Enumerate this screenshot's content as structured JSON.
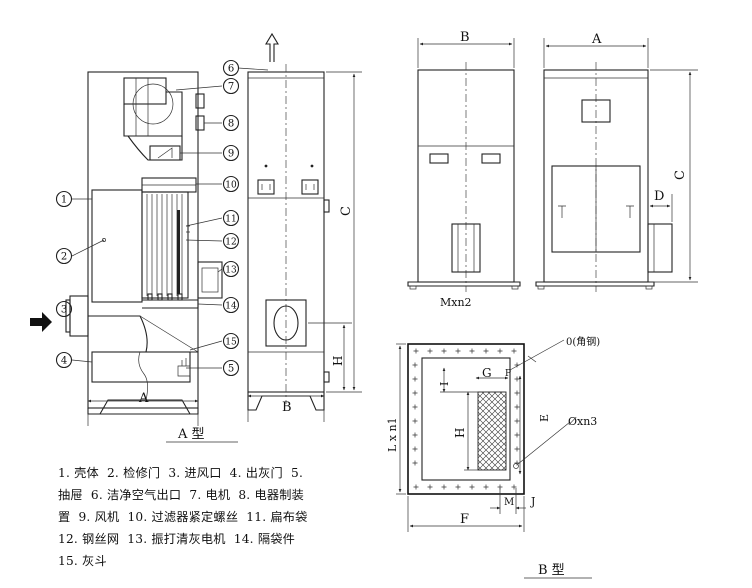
{
  "callouts": [
    "1",
    "2",
    "3",
    "4",
    "5",
    "6",
    "7",
    "8",
    "9",
    "10",
    "11",
    "12",
    "13",
    "14",
    "15"
  ],
  "dims": {
    "A": "A",
    "B": "B",
    "C": "C",
    "D": "D",
    "H": "H",
    "E": "E",
    "F": "F",
    "G": "G",
    "I": "I",
    "J": "J",
    "M": "M",
    "P": "P",
    "Lxn1": "L x n1",
    "Mxn2": "Mxn2",
    "O_angle": "0(角钢)",
    "phi_n3": "Øxn3"
  },
  "captions": {
    "typeA": "A  型",
    "typeB": "B  型"
  },
  "legend_rows": [
    [
      "1. 壳体",
      "2. 检修门",
      "3. 进风口",
      "4. 出灰门",
      "5."
    ],
    [
      "抽屉",
      "6. 洁净空气出口",
      "7. 电机",
      "8. 电器制装"
    ],
    [
      "置",
      "9. 风机",
      "10. 过滤器紧定螺丝",
      "11. 扁布袋"
    ],
    [
      "12. 钢丝网",
      "13. 振打清灰电机",
      "14. 隔袋件"
    ],
    [
      "15. 灰斗"
    ]
  ],
  "colors": {
    "ink": "#111111",
    "hatch": "#333333",
    "paper": "#ffffff"
  }
}
